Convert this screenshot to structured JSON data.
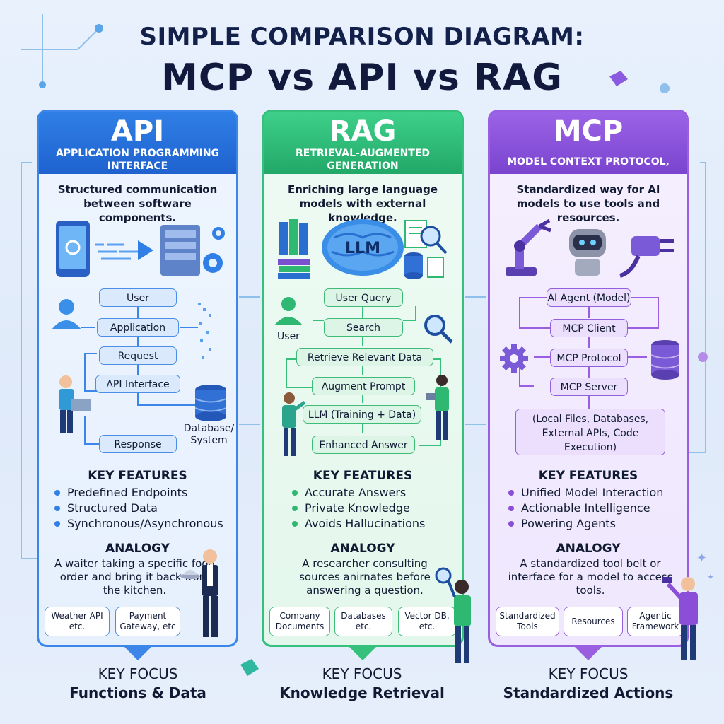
{
  "title": {
    "line1": "SIMPLE COMPARISON DIAGRAM:",
    "line2": "MCP vs API vs RAG"
  },
  "colors": {
    "api": "#2f7fe6",
    "rag": "#2fb872",
    "mcp": "#8a4fd6",
    "title": "#13204a"
  },
  "api": {
    "name": "API",
    "subtitle": "APPLICATION PROGRAMMING INTERFACE",
    "description": "Structured communication between software components.",
    "illustration_icons": [
      "phone-icon",
      "server-icon",
      "gear-icon"
    ],
    "flow": [
      "User",
      "Application",
      "Request",
      "API Interface",
      "Response"
    ],
    "side_label": "Database/ System",
    "key_features_title": "KEY FEATURES",
    "key_features": [
      "Predefined Endpoints",
      "Structured Data",
      "Synchronous/Asynchronous"
    ],
    "analogy_title": "ANALOGY",
    "analogy": "A waiter taking a specific food order and bring it back from the kitchen.",
    "tags": [
      "Weather API etc.",
      "Payment Gateway, etc"
    ],
    "focus_title": "KEY FOCUS",
    "focus": "Functions & Data"
  },
  "rag": {
    "name": "RAG",
    "subtitle": "RETRIEVAL-AUGMENTED GENERATION",
    "description": "Enriching large language models with external knowledge.",
    "illustration_icons": [
      "books-icon",
      "brain-icon",
      "document-search-icon",
      "database-icon"
    ],
    "brain_label": "LLM",
    "user_label": "User",
    "flow": [
      "User Query",
      "Search",
      "Retrieve Relevant Data",
      "Augment Prompt",
      "LLM (Training + Data)",
      "Enhanced Answer"
    ],
    "key_features_title": "KEY FEATURES",
    "key_features": [
      "Accurate Answers",
      "Private Knowledge",
      "Avoids Hallucinations"
    ],
    "analogy_title": "ANALOGY",
    "analogy": "A researcher consulting sources anirnates before answering a question.",
    "tags": [
      "Company Documents",
      "Databases etc.",
      "Vector DB, etc."
    ],
    "focus_title": "KEY FOCUS",
    "focus": "Knowledge Retrieval"
  },
  "mcp": {
    "name": "MCP",
    "subtitle": "MODEL CONTEXT PROTOCOL,",
    "description": "Standardized way for AI models to use tools and resources.",
    "illustration_icons": [
      "robot-arm-icon",
      "robot-icon",
      "plug-icon"
    ],
    "flow": [
      "AI Agent (Model)",
      "MCP Client",
      "MCP Protocol",
      "MCP Server"
    ],
    "resources": "(Local Files, Databases, External APIs, Code Execution)",
    "key_features_title": "KEY FEATURES",
    "key_features": [
      "Unified Model Interaction",
      "Actionable Intelligence",
      "Powering Agents"
    ],
    "analogy_title": "ANALOGY",
    "analogy": "A standardized tool belt or interface for a model to access tools.",
    "tags": [
      "Standardized Tools",
      "Resources",
      "Agentic Framework"
    ],
    "focus_title": "KEY FOCUS",
    "focus": "Standardized Actions"
  }
}
